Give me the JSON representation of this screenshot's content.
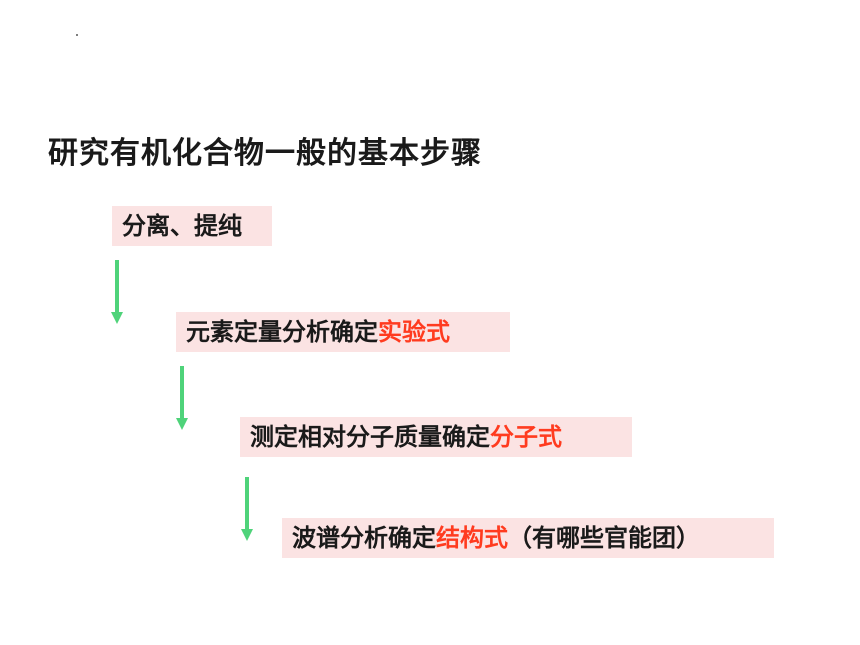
{
  "title": "研究有机化合物一般的基本步骤",
  "steps": [
    {
      "text": "分离、提纯",
      "highlight": "",
      "suffix": ""
    },
    {
      "text": "元素定量分析确定",
      "highlight": "实验式",
      "suffix": ""
    },
    {
      "text": "测定相对分子质量确定",
      "highlight": "分子式",
      "suffix": ""
    },
    {
      "text": "波谱分析确定",
      "highlight": "结构式",
      "suffix": "（有哪些官能团）"
    }
  ],
  "colors": {
    "box_bg": "#fbe3e3",
    "highlight": "#ff3b1f",
    "arrow": "#4fd37a"
  }
}
